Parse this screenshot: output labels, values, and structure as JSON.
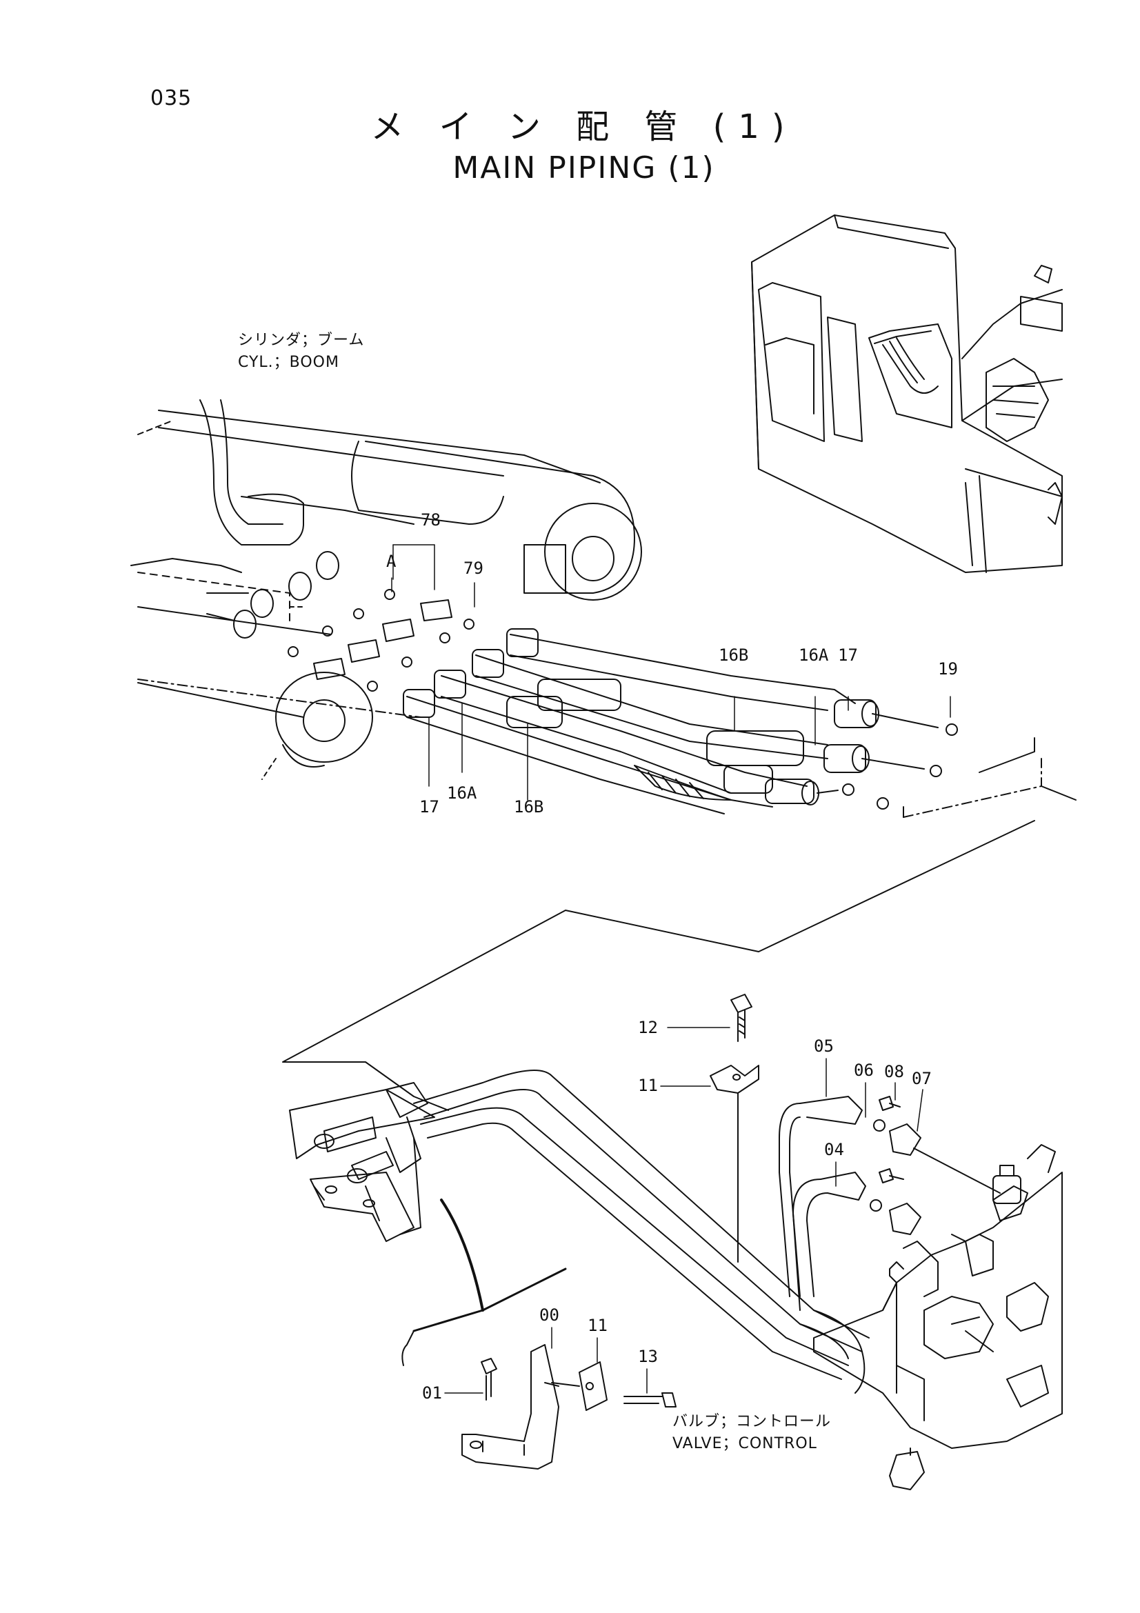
{
  "page_number": "035",
  "title_jp": "メ イ ン 配 管 (1)",
  "title_en": "MAIN PIPING (1)",
  "captions": {
    "boom_cyl_jp": "シリンダ；ブーム",
    "boom_cyl_en": "CYL.；BOOM",
    "valve_jp": "バルブ；コントロール",
    "valve_en": "VALVE；CONTROL"
  },
  "part_labels": {
    "p78": "78",
    "pA": "A",
    "p79": "79",
    "p16B_top": "16B",
    "p16A_top": "16A",
    "p17_top": "17",
    "p19": "19",
    "p17_bot": "17",
    "p16A_bot": "16A",
    "p16B_bot": "16B",
    "p12": "12",
    "p11_top": "11",
    "p05": "05",
    "p06": "06",
    "p08": "08",
    "p07": "07",
    "p04": "04",
    "p00": "00",
    "p11_bot": "11",
    "p13": "13",
    "p01": "01"
  }
}
